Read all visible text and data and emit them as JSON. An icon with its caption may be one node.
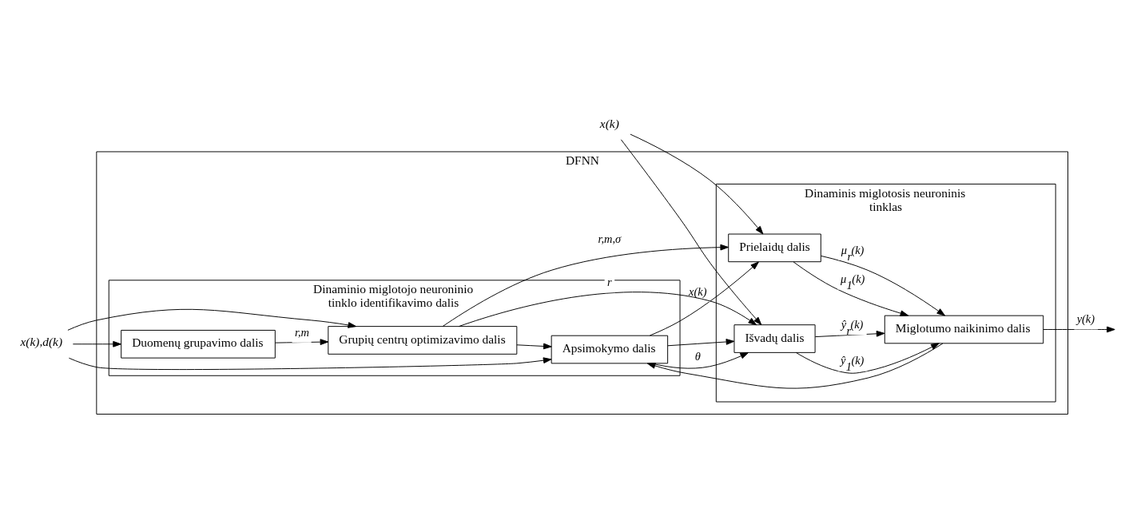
{
  "diagram": {
    "nodes": [
      {
        "text": [
          "DFNN"
        ]
      },
      {
        "text": [
          "Dinaminio miglotojo neuroninio tinklo identifikavimo dalis"
        ],
        "in": 0
      },
      {
        "text": [
          "Duomenų grupavimo dalis"
        ],
        "in": 1
      },
      {
        "text": [
          "Apsimokymo dalis"
        ],
        "in": 1
      },
      {
        "text": [
          "Grupių centrų optimizavimo dalis"
        ],
        "in": 1
      },
      {
        "text": [
          "Dinaminis miglotosis neuroninis tinklas"
        ],
        "in": 0
      },
      {
        "text": [
          "Prielaidų dalis"
        ],
        "in": 5
      },
      {
        "text": [
          "Išvadų dalis"
        ],
        "in": 5
      },
      {
        "text": [
          "Miglotumo naikinimo dalis"
        ],
        "in": 5
      },
      {
        "text": [
          "x(k),d(k)"
        ]
      },
      {
        "text": [
          "x(k)"
        ]
      }
    ],
    "edges": [
      {
        "from": 9,
        "to": 2,
        "arrow": "to"
      },
      {
        "from": 9,
        "to": 3,
        "arrow": "to"
      },
      {
        "from": 9,
        "to": 4,
        "arrow": "to"
      },
      {
        "from": 2,
        "to": 4,
        "arrow": "to",
        "label": "r,m"
      },
      {
        "from": 4,
        "to": 3,
        "arrow": "to"
      },
      {
        "from": 4,
        "to": 6,
        "arrow": "to",
        "label": "r,m,σ"
      },
      {
        "from": 4,
        "to": 7,
        "arrow": "to",
        "label": "r"
      },
      {
        "from": 3,
        "to": 7,
        "arrow": "to",
        "label": "θ"
      },
      {
        "from": 3,
        "to": 6,
        "arrow": "to",
        "label": "x(k)"
      },
      {
        "from": 3,
        "to": 7,
        "arrow": "to"
      },
      {
        "from": 10,
        "to": 6,
        "arrow": "to"
      },
      {
        "from": 10,
        "to": 7,
        "arrow": "to"
      },
      {
        "from": 6,
        "to": 8,
        "arrow": "to",
        "label": "μ$_{1}$(k)"
      },
      {
        "from": 6,
        "to": 8,
        "arrow": "to",
        "label": "μ$_{r}$(k)"
      },
      {
        "from": 7,
        "to": 8,
        "arrow": "to",
        "label": "ŷ$_{1}$(k)"
      },
      {
        "from": 7,
        "to": 8,
        "arrow": "to",
        "label": "ŷ$_{r}$(k)"
      },
      {
        "from": 8,
        "to": 3,
        "arrow": "to"
      },
      {
        "from": 8,
        "to": null,
        "arrow": "to",
        "label": "y(k)"
      }
    ]
  }
}
